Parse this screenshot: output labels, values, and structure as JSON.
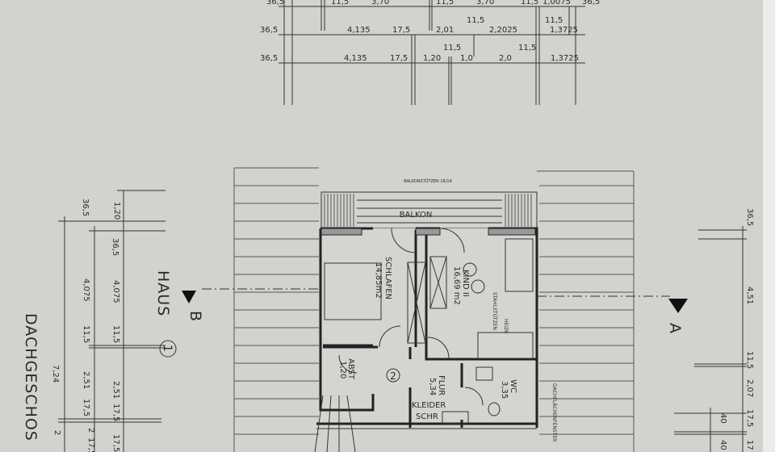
{
  "title": "DACHGESCHOS",
  "house": {
    "label": "HAUS",
    "number": "1"
  },
  "sections": {
    "left": "B",
    "right": "A"
  },
  "balcony_note": "BALKONSTÜTZEN 16/16",
  "rooms": {
    "balkon": "BALKON",
    "schlafen": {
      "name": "SCHLAFEN",
      "area": "14,85m2"
    },
    "kind": {
      "name": "KIND II",
      "area": "16,69 m2"
    },
    "abst": {
      "name": "ABST",
      "area": "1,20"
    },
    "flur": {
      "name": "FLUR",
      "area": "5,34"
    },
    "wc": {
      "name": "WC",
      "area": "3,35"
    },
    "kleider": {
      "line1": "KLEIDER",
      "line2": "SCHR"
    },
    "stair_marker": "2",
    "stahl": "STAHLSTÜTZEN",
    "heizk": "HEIZK",
    "dach": "DACHFLÄCHENFENSTER"
  },
  "top_dims": {
    "row1": [
      "36,5",
      "11,5",
      "3,70",
      "11,5",
      "3,70",
      "11,5",
      "1,0075",
      "36,5"
    ],
    "row2": [
      "36,5",
      "4,135",
      "17,5",
      "2,01",
      "11,5",
      "2,2025",
      "11,5",
      "1,3725"
    ],
    "row3": [
      "36,5",
      "4,135",
      "17,5",
      "1,20",
      "11,5",
      "1,0",
      "2,0",
      "11,5",
      "1,3725"
    ]
  },
  "left_dims": {
    "outer": [
      "7,24",
      "2"
    ],
    "middle": [
      "36,5",
      "4,075",
      "11,5",
      "2,51",
      "17,5",
      "2",
      "17,5"
    ],
    "inner": [
      "1,20",
      "36,5",
      "4,075",
      "11,5",
      "2,51",
      "17,5",
      "17,5"
    ]
  },
  "right_dims": [
    "36,5",
    "4,51",
    "11,5",
    "2,07",
    "17,5",
    "40",
    "40",
    "17"
  ]
}
